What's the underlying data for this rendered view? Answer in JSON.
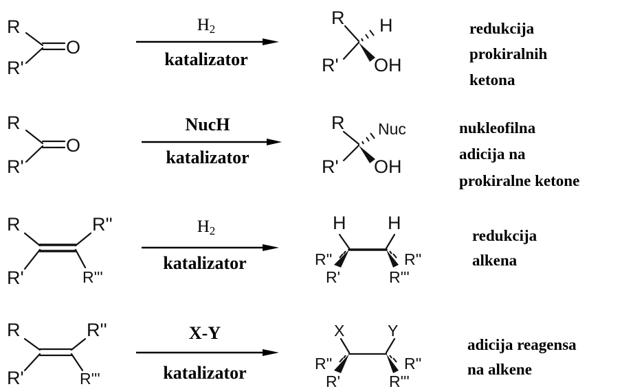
{
  "reactions": [
    {
      "reactant": {
        "top": "R",
        "bottom": "R'",
        "group": "O"
      },
      "condition_above": "H2",
      "condition_below": "katalizator",
      "product": {
        "top_left": "R",
        "top_right": "H",
        "bottom_left": "R'",
        "bottom_right": "OH"
      },
      "description": [
        "redukcija",
        "prokiralnih",
        "ketona"
      ]
    },
    {
      "reactant": {
        "top": "R",
        "bottom": "R'",
        "group": "O"
      },
      "condition_above": "NucH",
      "condition_below": "katalizator",
      "product": {
        "top_left": "R",
        "top_right": "Nuc",
        "bottom_left": "R'",
        "bottom_right": "OH"
      },
      "description": [
        "nukleofilna",
        "adicija na",
        "prokiralne ketone"
      ]
    },
    {
      "reactant": {
        "top_left": "R",
        "top_right": "R''",
        "bottom_left": "R'",
        "bottom_right": "R'''"
      },
      "condition_above": "H2",
      "condition_below": "katalizator",
      "product": {
        "top_left": "H",
        "top_right": "H",
        "mid_left": "R''",
        "mid_right": "R''",
        "bottom_left": "R'",
        "bottom_right": "R'''"
      },
      "description": [
        "redukcija",
        "alkena"
      ]
    },
    {
      "reactant": {
        "top_left": "R",
        "top_right": "R''",
        "bottom_left": "R'",
        "bottom_right": "R'''"
      },
      "condition_above": "X-Y",
      "condition_below": "katalizator",
      "product": {
        "top_left": "X",
        "top_right": "Y",
        "mid_left": "R''",
        "mid_right": "R''",
        "bottom_left": "R'",
        "bottom_right": "R'''"
      },
      "description": [
        "adicija reagensa",
        "na alkene"
      ]
    }
  ]
}
